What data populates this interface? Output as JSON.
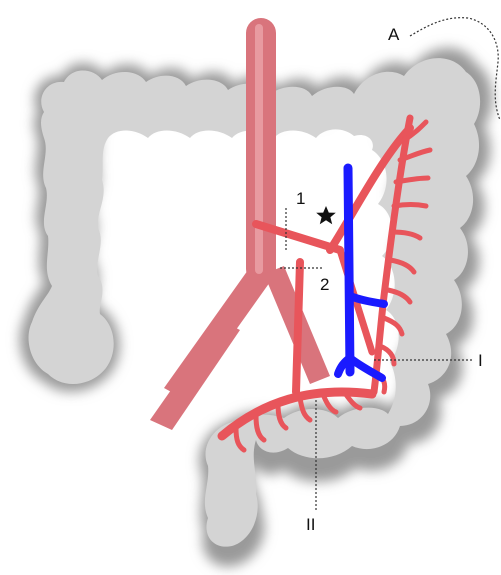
{
  "labels": {
    "a": "A",
    "one": "1",
    "two": "2",
    "roman_one": "I",
    "roman_two": "II"
  },
  "colors": {
    "background": "#ffffff",
    "colon_fill": "#d4d4d4",
    "colon_shadow": "#8f8f8f",
    "artery": "#e8555b",
    "artery_dark": "#b8343b",
    "aorta": "#d9747c",
    "vein": "#1a1aff",
    "label_text": "#111111"
  },
  "icons": {
    "marker": "star-icon"
  }
}
